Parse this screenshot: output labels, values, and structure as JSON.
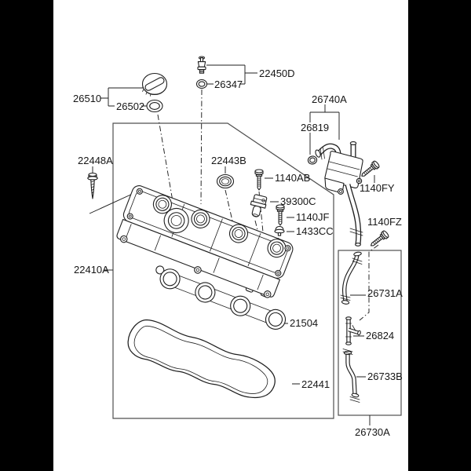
{
  "diagram": {
    "kind": "exploded-parts-diagram",
    "colors": {
      "line": "#1f1f1f",
      "box": "#4f4f4f",
      "background": "#ffffff",
      "matte": "#000000"
    },
    "part_labels": {
      "26510": "26510",
      "26502": "26502",
      "22450D": "22450D",
      "26347": "26347",
      "26740A": "26740A",
      "26819": "26819",
      "1140FY": "1140FY",
      "1140FZ": "1140FZ",
      "22448A": "22448A",
      "22443B": "22443B",
      "1140AB": "1140AB",
      "39300C": "39300C",
      "1140JF": "1140JF",
      "1433CC": "1433CC",
      "22410A": "22410A",
      "21504": "21504",
      "22441": "22441",
      "26731A": "26731A",
      "26824": "26824",
      "26733B": "26733B",
      "26730A": "26730A"
    }
  }
}
